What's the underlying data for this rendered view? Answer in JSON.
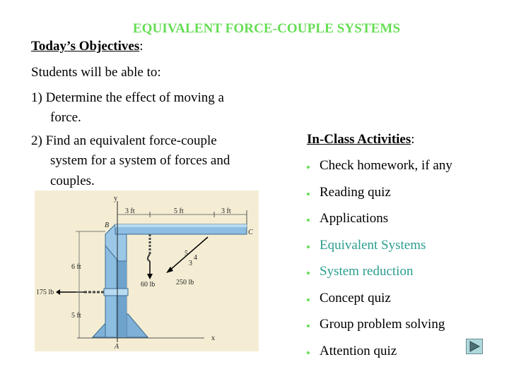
{
  "slide": {
    "title": "EQUIVALENT FORCE-COUPLE SYSTEMS",
    "title_color": "#66dd55"
  },
  "objectives": {
    "heading": "Today’s Objectives",
    "heading_suffix": ":",
    "intro": "Students will be able to:",
    "items": [
      {
        "line1": "1) Determine the effect of moving a",
        "line2": "force."
      },
      {
        "line1": "2) Find an equivalent force-couple",
        "line2": "system for a system of forces and",
        "line3": "couples."
      }
    ]
  },
  "activities": {
    "heading": "In-Class Activities",
    "heading_suffix": ":",
    "bullet_color": "#66dd55",
    "link_color": "#2a9d8f",
    "items": [
      {
        "label": "Check homework, if any",
        "link": false
      },
      {
        "label": "Reading quiz",
        "link": false
      },
      {
        "label": "Applications",
        "link": false
      },
      {
        "label": "Equivalent Systems",
        "link": true
      },
      {
        "label": "System reduction",
        "link": true
      },
      {
        "label": "Concept quiz",
        "link": false
      },
      {
        "label": "Group problem solving",
        "link": false
      },
      {
        "label": "Attention quiz",
        "link": false
      }
    ]
  },
  "figure": {
    "labels": {
      "y_axis": "y",
      "x_axis": "x",
      "point_b": "B",
      "point_c": "C",
      "point_a": "A",
      "dim_top_1": "3 ft",
      "dim_top_2": "5 ft",
      "dim_top_3": "3 ft",
      "dim_left_1": "6 ft",
      "dim_left_2": "5 ft",
      "force_left": "175 lb",
      "force_hook": "60 lb",
      "force_angled": "250 lb",
      "slope_5": "5",
      "slope_4": "4",
      "slope_3": "3"
    }
  },
  "nav": {
    "next_icon": "play-next-icon"
  }
}
